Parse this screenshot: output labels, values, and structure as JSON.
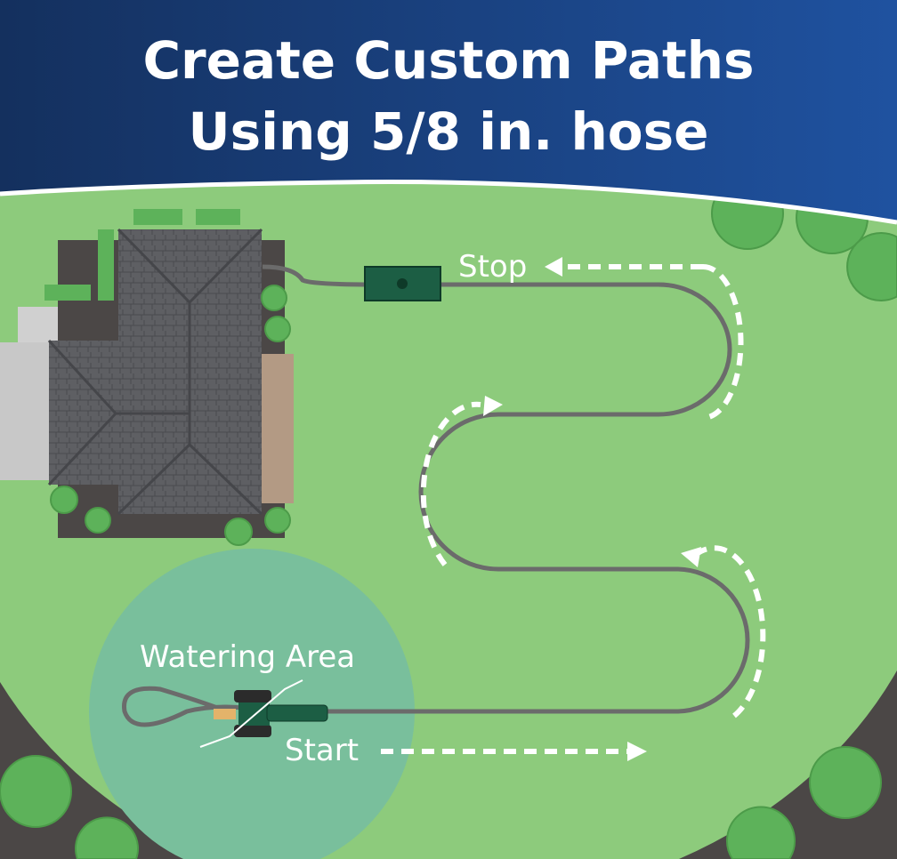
{
  "header": {
    "line1": "Create Custom Paths",
    "line2": "Using 5/8 in. hose"
  },
  "labels": {
    "stop": "Stop",
    "start": "Start",
    "watering_area": "Watering Area"
  },
  "colors": {
    "header_top": "#14305e",
    "header_bottom": "#1e4f9c",
    "lawn": "#8dcb7c",
    "road": "#4b4746",
    "tree": "#5db25a",
    "hose": "#6b6b6b",
    "watering": "#79bf9c",
    "device": "#1c5e44"
  }
}
